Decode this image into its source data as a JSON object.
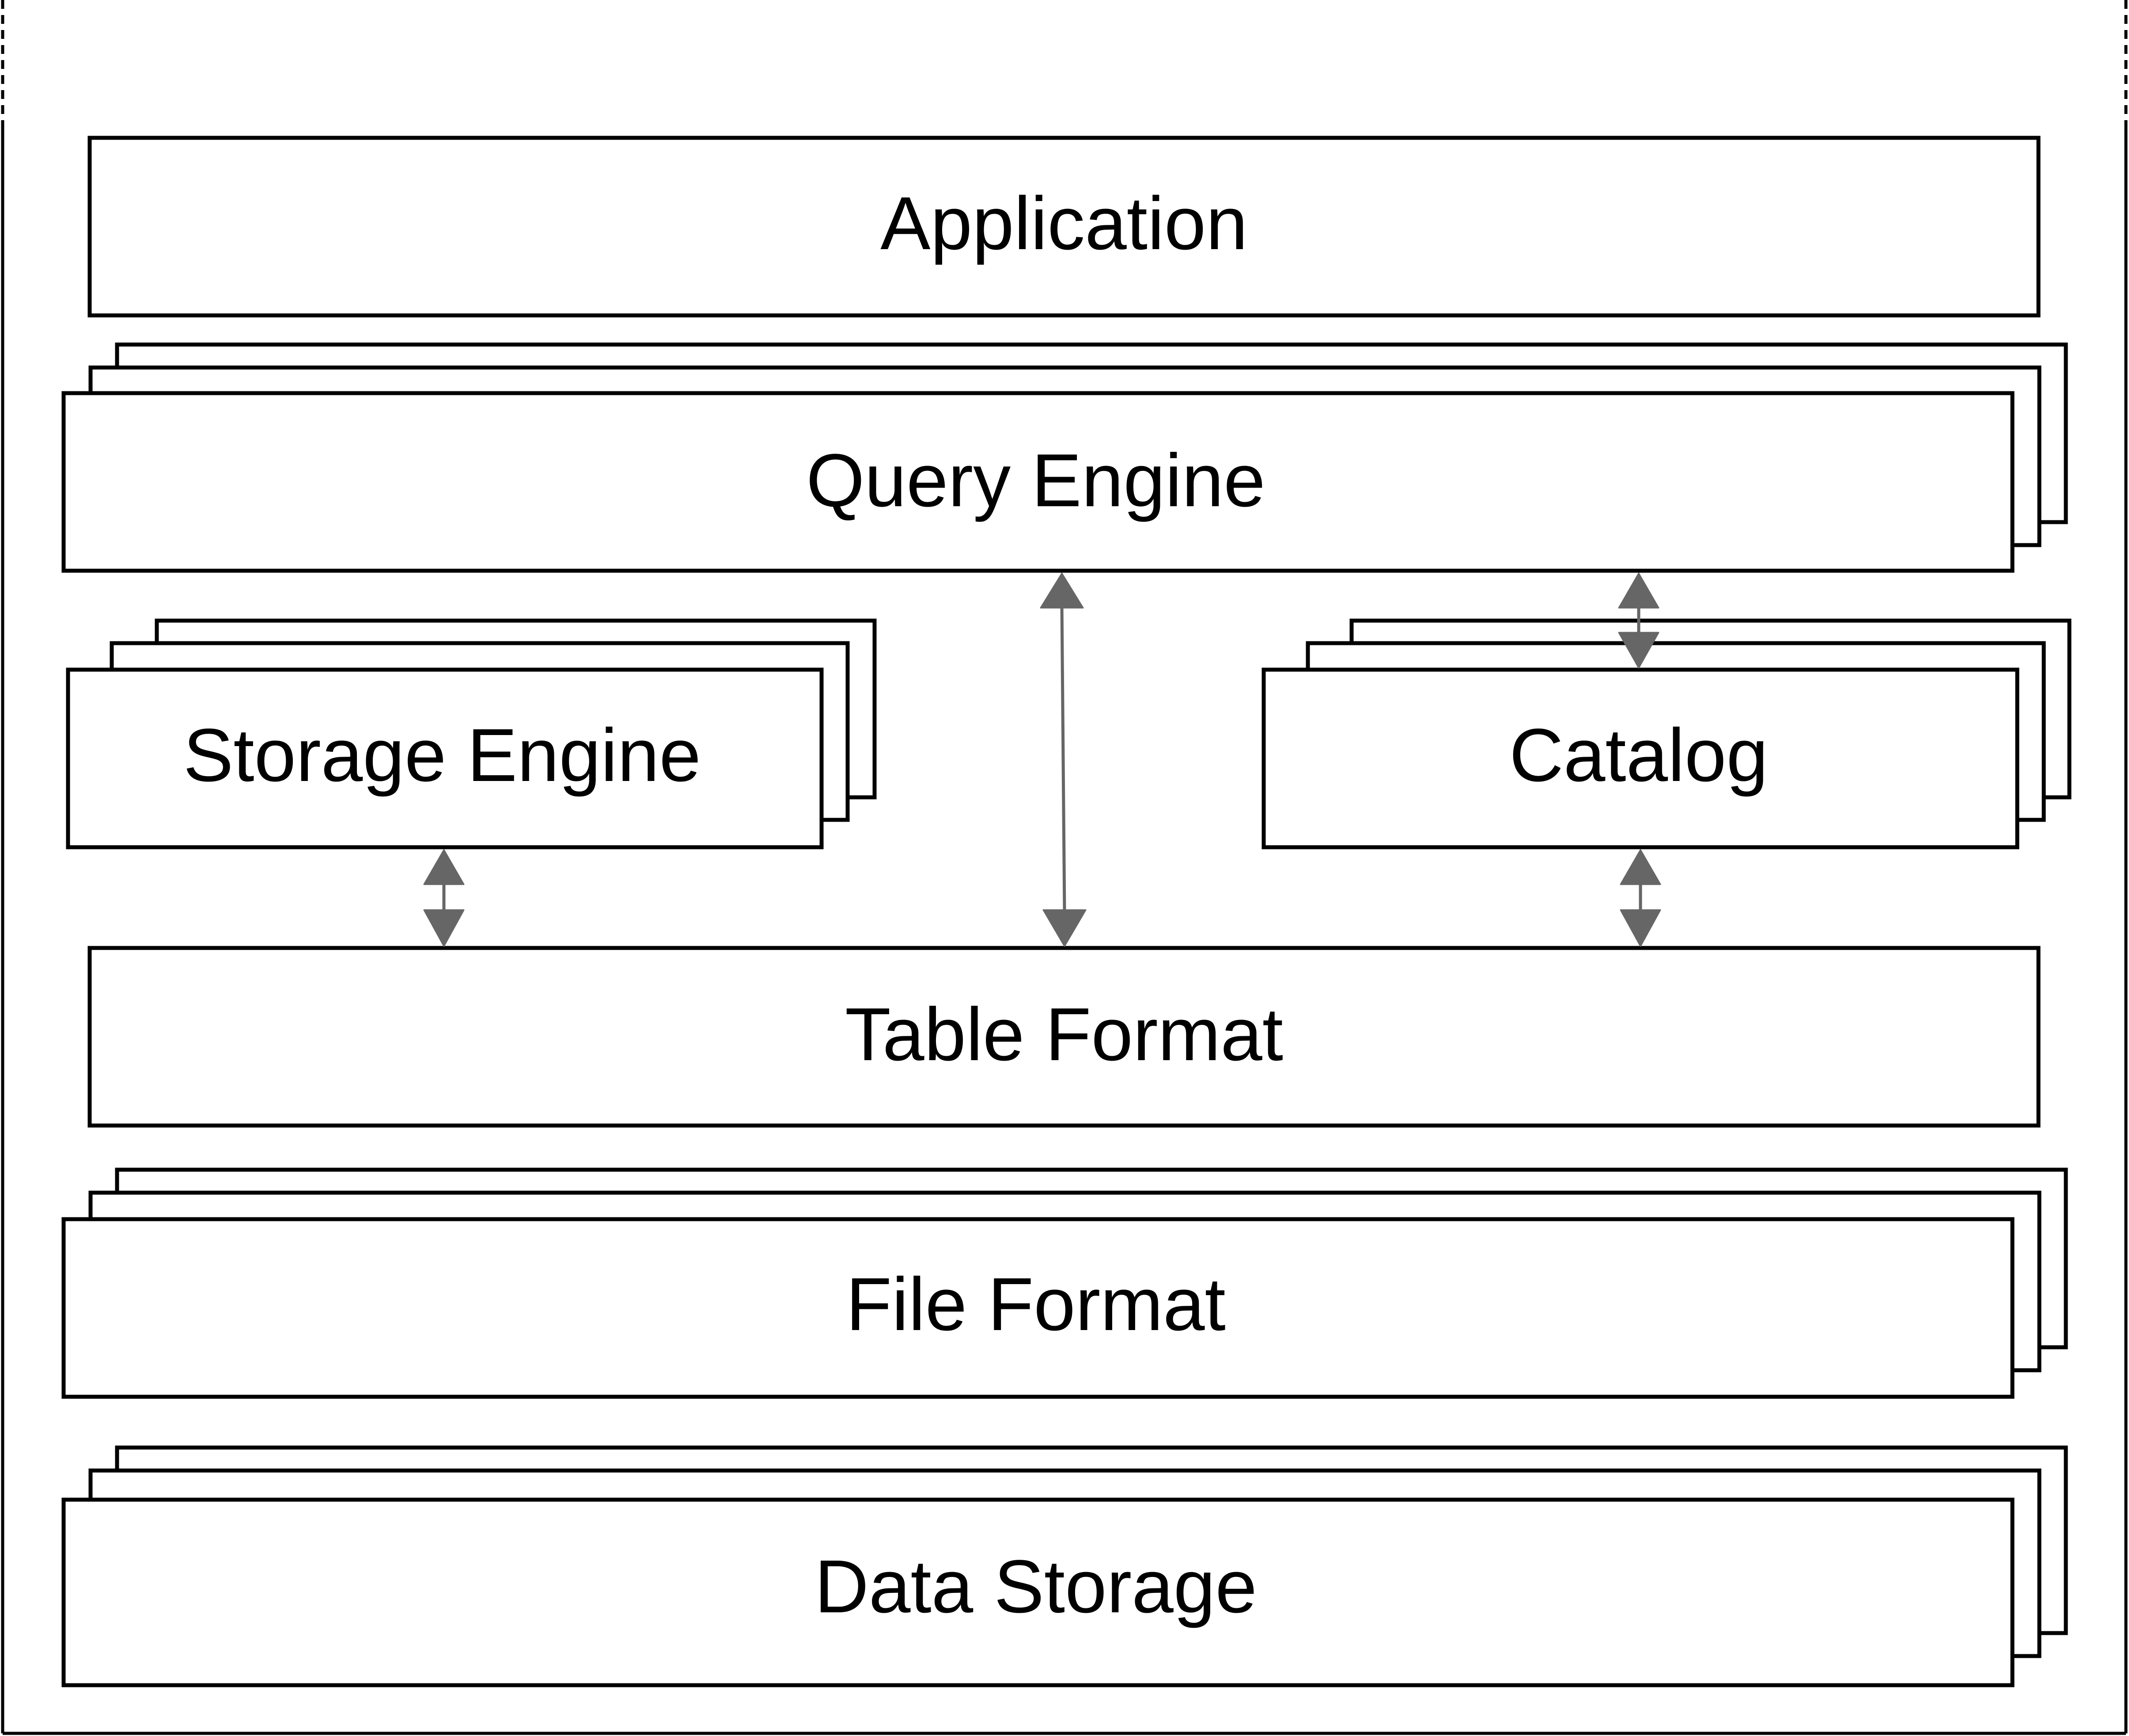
{
  "diagram": {
    "layers": {
      "application": "Application",
      "query_engine": "Query Engine",
      "storage_engine": "Storage Engine",
      "catalog": "Catalog",
      "table_format": "Table Format",
      "file_format": "File Format",
      "data_storage": "Data Storage"
    },
    "connections": [
      {
        "from": "Query Engine",
        "to": "Table Format",
        "direction": "bidirectional"
      },
      {
        "from": "Query Engine",
        "to": "Catalog",
        "direction": "bidirectional"
      },
      {
        "from": "Storage Engine",
        "to": "Table Format",
        "direction": "bidirectional"
      },
      {
        "from": "Catalog",
        "to": "Table Format",
        "direction": "bidirectional"
      }
    ],
    "colors": {
      "box_stroke": "#000000",
      "box_fill": "#ffffff",
      "connector": "#666666"
    }
  }
}
